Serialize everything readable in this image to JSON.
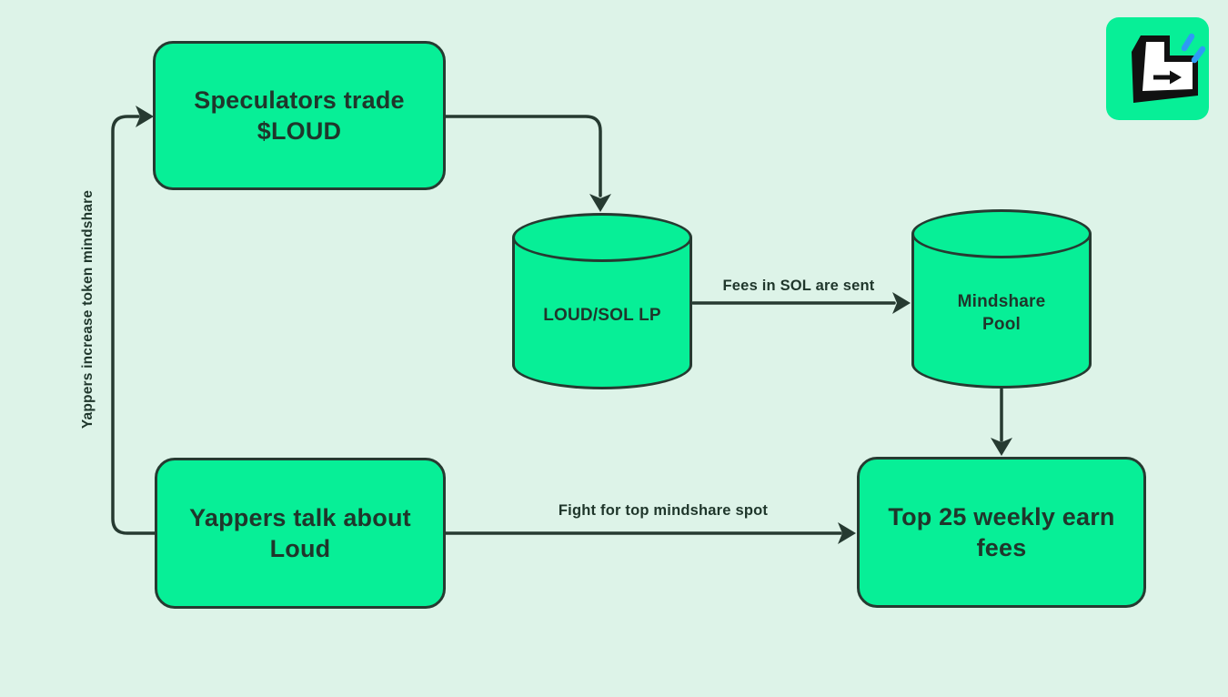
{
  "colors": {
    "background": "#ddf3e8",
    "node_fill": "#07ef97",
    "stroke": "#263a31",
    "text": "#1f362b",
    "logo_accent_blue": "#2e9bf5"
  },
  "logo": {
    "icon": "enter-key-icon"
  },
  "nodes": {
    "speculators": {
      "lines": [
        "Speculators trade",
        "$LOUD"
      ]
    },
    "loud_sol_lp": {
      "lines": [
        "LOUD/SOL LP"
      ]
    },
    "mindshare_pool": {
      "lines": [
        "Mindshare",
        "Pool"
      ]
    },
    "yappers": {
      "lines": [
        "Yappers talk about",
        "Loud"
      ]
    },
    "top25": {
      "lines": [
        "Top 25 weekly earn",
        "fees"
      ]
    }
  },
  "edges": {
    "feedback": {
      "from": "yappers",
      "to": "speculators",
      "label": "Yappers increase token mindshare"
    },
    "speculators_to_lp": {
      "from": "speculators",
      "to": "loud_sol_lp",
      "label": ""
    },
    "fees": {
      "from": "loud_sol_lp",
      "to": "mindshare_pool",
      "label": "Fees in SOL are sent"
    },
    "pool_to_top25": {
      "from": "mindshare_pool",
      "to": "top25",
      "label": ""
    },
    "fight": {
      "from": "yappers",
      "to": "top25",
      "label": "Fight for top mindshare spot"
    }
  }
}
